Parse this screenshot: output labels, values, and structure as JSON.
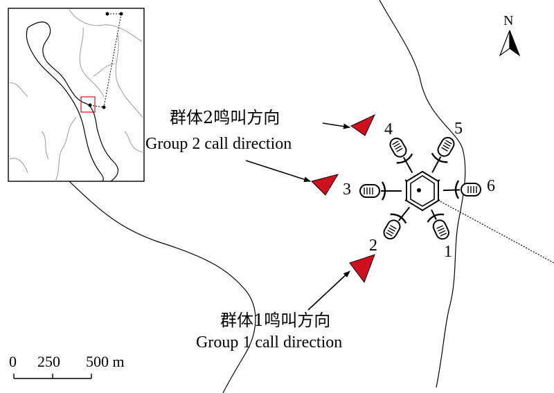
{
  "north_label": "N",
  "groups": [
    {
      "name_zh": "群体2鸣叫方向",
      "name_en": "Group 2 call direction"
    },
    {
      "name_zh": "群体1鸣叫方向",
      "name_en": "Group 1 call direction"
    }
  ],
  "microphones": [
    "1",
    "2",
    "3",
    "4",
    "5",
    "6"
  ],
  "scale_bar": {
    "ticks": [
      "0",
      "250",
      "500 m"
    ]
  },
  "colors": {
    "marker": "#d0101c",
    "line": "#000000",
    "inset_stream": "#9a9a9a",
    "inset_box": "#d0101c"
  }
}
